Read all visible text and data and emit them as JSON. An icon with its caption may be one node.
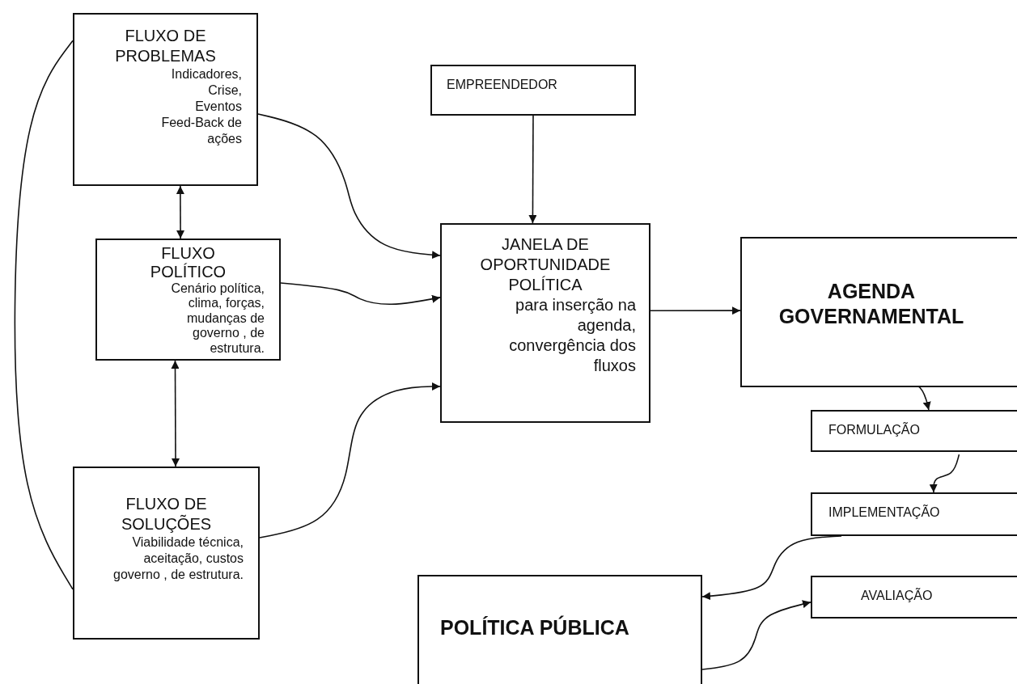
{
  "diagram": {
    "nodes": [
      {
        "text": [
          "FLUXO DE PROBLEMAS",
          "Indicadores, Crise, Eventos Feed-Back de ações"
        ]
      },
      {
        "text": [
          "FLUXO POLÍTICO",
          "Cenário política, clima, forças, mudanças de governo , de estrutura."
        ]
      },
      {
        "text": [
          "FLUXO DE SOLUÇÕES",
          "Viabilidade técnica, aceitação, custos governo , de estrutura."
        ]
      },
      {
        "text": [
          "EMPREENDEDOR"
        ]
      },
      {
        "text": [
          "JANELA DE OPORTUNIDADE POLÍTICA",
          "para inserção na agenda, convergência dos fluxos"
        ]
      },
      {
        "text": [
          "AGENDA GOVERNAMENTAL"
        ]
      },
      {
        "text": [
          "FORMULAÇÃO"
        ]
      },
      {
        "text": [
          "IMPLEMENTAÇÃO"
        ]
      },
      {
        "text": [
          "AVALIAÇÃO"
        ]
      },
      {
        "text": [
          "POLÍTICA PÚBLICA"
        ]
      }
    ],
    "edges": [
      {
        "from": 0,
        "to": 4,
        "arrow": "to"
      },
      {
        "from": 1,
        "to": 4,
        "arrow": "to"
      },
      {
        "from": 2,
        "to": 4,
        "arrow": "to"
      },
      {
        "from": 0,
        "to": 1,
        "arrow": "both"
      },
      {
        "from": 1,
        "to": 2,
        "arrow": "both"
      },
      {
        "from": 0,
        "to": 2,
        "arrow": "none"
      },
      {
        "from": 3,
        "to": 4,
        "arrow": "to"
      },
      {
        "from": 4,
        "to": 5,
        "arrow": "to"
      },
      {
        "from": 5,
        "to": 6,
        "arrow": "to"
      },
      {
        "from": 6,
        "to": 7,
        "arrow": "to"
      },
      {
        "from": 7,
        "to": 9,
        "arrow": "to"
      },
      {
        "from": 9,
        "to": 8,
        "arrow": "to"
      }
    ]
  }
}
